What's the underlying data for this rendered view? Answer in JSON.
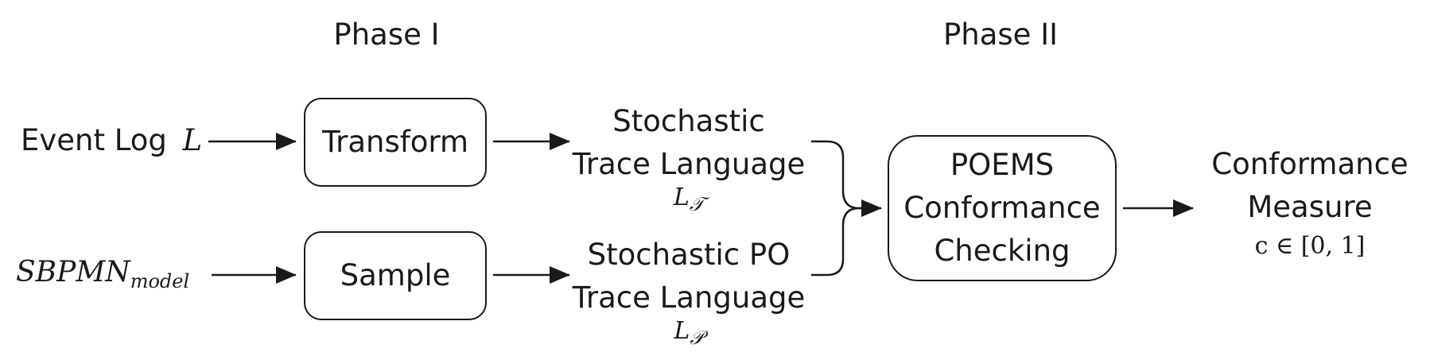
{
  "phases": {
    "phase1": "Phase I",
    "phase2": "Phase II"
  },
  "inputs": {
    "event_log_text": "Event Log",
    "event_log_symbol": "L",
    "model_symbol": "SBPMN",
    "model_subscript": "model"
  },
  "steps": {
    "transform": "Transform",
    "sample": "Sample",
    "poems_line1": "POEMS",
    "poems_line2": "Conformance",
    "poems_line3": "Checking"
  },
  "intermediates": {
    "stl_line1": "Stochastic",
    "stl_line2": "Trace Language",
    "stl_symbol": "L",
    "stl_subscript": "𝒯",
    "spo_line1": "Stochastic PO",
    "spo_line2": "Trace Language",
    "spo_symbol": "L",
    "spo_subscript": "𝒫"
  },
  "output": {
    "line1": "Conformance",
    "line2": "Measure",
    "formula": "c ∈ [0, 1]"
  }
}
